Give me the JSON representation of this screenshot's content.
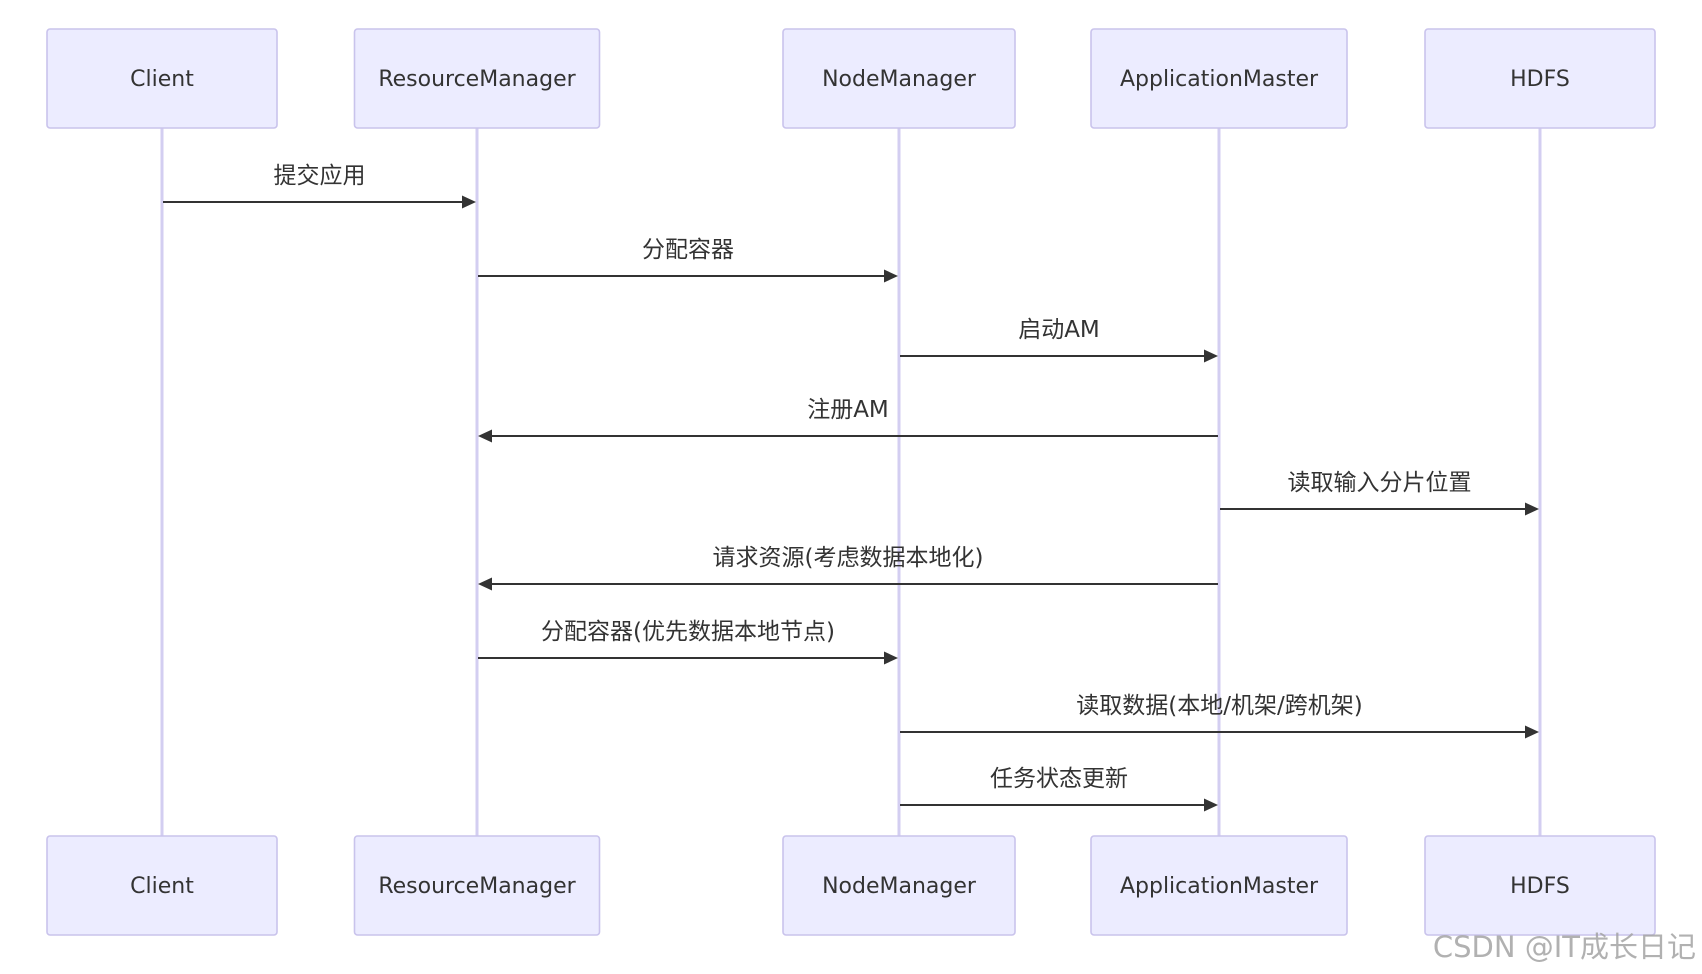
{
  "participants": [
    {
      "label": "Client"
    },
    {
      "label": "ResourceManager"
    },
    {
      "label": "NodeManager"
    },
    {
      "label": "ApplicationMaster"
    },
    {
      "label": "HDFS"
    }
  ],
  "messages": [
    {
      "from": 0,
      "to": 1,
      "label": "提交应用"
    },
    {
      "from": 1,
      "to": 2,
      "label": "分配容器"
    },
    {
      "from": 2,
      "to": 3,
      "label": "启动AM"
    },
    {
      "from": 3,
      "to": 1,
      "label": "注册AM"
    },
    {
      "from": 3,
      "to": 4,
      "label": "读取输入分片位置"
    },
    {
      "from": 3,
      "to": 1,
      "label": "请求资源(考虑数据本地化)"
    },
    {
      "from": 1,
      "to": 2,
      "label": "分配容器(优先数据本地节点)"
    },
    {
      "from": 2,
      "to": 4,
      "label": "读取数据(本地/机架/跨机架)"
    },
    {
      "from": 2,
      "to": 3,
      "label": "任务状态更新"
    }
  ],
  "watermark": "CSDN @IT成长日记",
  "colors": {
    "actor_fill": "#ECECFF",
    "actor_border": "#C9C3EC",
    "lifeline": "#D3CEF1",
    "arrow": "#333333",
    "text": "#333333",
    "watermark": "#A3A3A3"
  }
}
